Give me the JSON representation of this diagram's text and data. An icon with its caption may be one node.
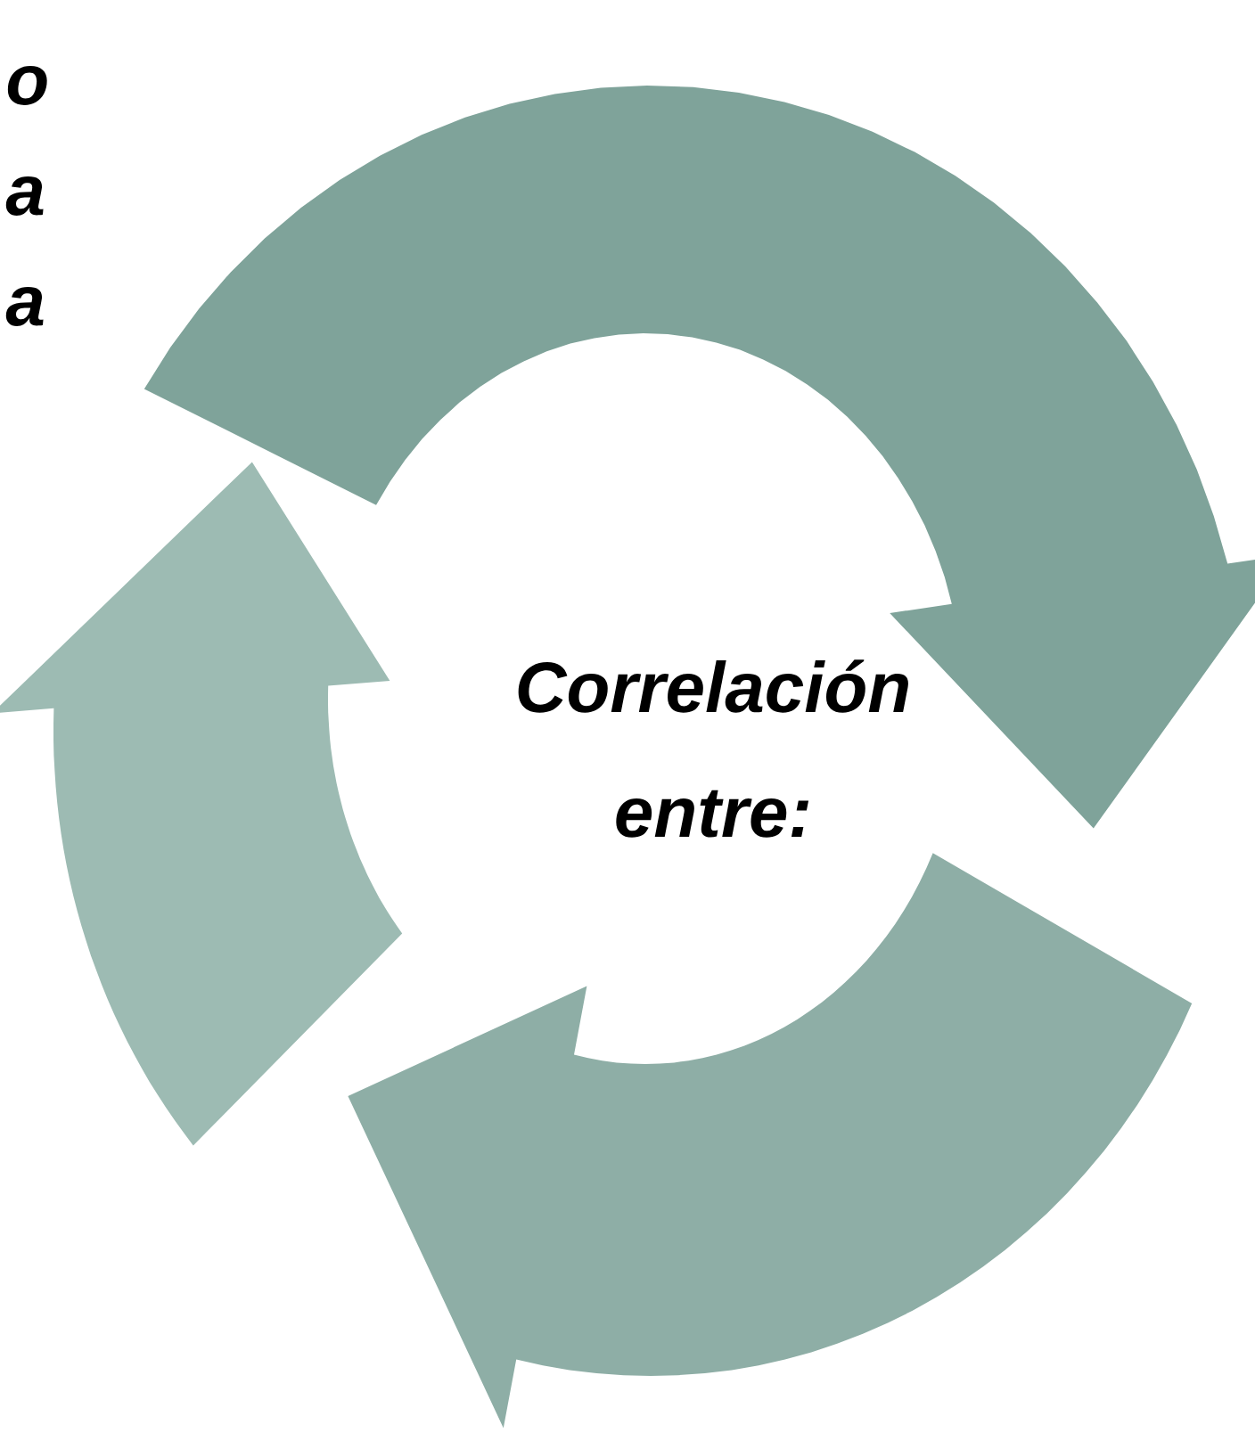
{
  "diagram": {
    "labels": [
      "o",
      "a",
      "a",
      "Correlación entre:"
    ]
  }
}
